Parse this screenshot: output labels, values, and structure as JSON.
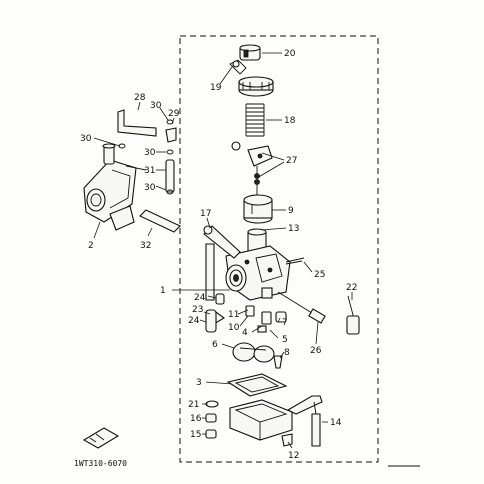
{
  "diagram": {
    "callouts": [
      {
        "id": "c20",
        "text": "20"
      },
      {
        "id": "c19",
        "text": "19"
      },
      {
        "id": "c18",
        "text": "18"
      },
      {
        "id": "c27",
        "text": "27"
      },
      {
        "id": "c9",
        "text": "9"
      },
      {
        "id": "c17",
        "text": "17"
      },
      {
        "id": "c13",
        "text": "13"
      },
      {
        "id": "c25",
        "text": "25"
      },
      {
        "id": "c1",
        "text": "1"
      },
      {
        "id": "c22",
        "text": "22"
      },
      {
        "id": "c24a",
        "text": "24"
      },
      {
        "id": "c23",
        "text": "23"
      },
      {
        "id": "c24b",
        "text": "24"
      },
      {
        "id": "c11",
        "text": "11"
      },
      {
        "id": "c7",
        "text": "7"
      },
      {
        "id": "c10",
        "text": "10"
      },
      {
        "id": "c4",
        "text": "4"
      },
      {
        "id": "c5",
        "text": "5"
      },
      {
        "id": "c26",
        "text": "26"
      },
      {
        "id": "c6",
        "text": "6"
      },
      {
        "id": "c8",
        "text": "8"
      },
      {
        "id": "c3",
        "text": "3"
      },
      {
        "id": "c21",
        "text": "21"
      },
      {
        "id": "c16",
        "text": "16"
      },
      {
        "id": "c15",
        "text": "15"
      },
      {
        "id": "c14",
        "text": "14"
      },
      {
        "id": "c12",
        "text": "12"
      },
      {
        "id": "c28",
        "text": "28"
      },
      {
        "id": "c29",
        "text": "29"
      },
      {
        "id": "c30a",
        "text": "30"
      },
      {
        "id": "c30b",
        "text": "30"
      },
      {
        "id": "c30c",
        "text": "30"
      },
      {
        "id": "c30d",
        "text": "30"
      },
      {
        "id": "c31",
        "text": "31"
      },
      {
        "id": "c32",
        "text": "32"
      },
      {
        "id": "c2",
        "text": "2"
      }
    ],
    "footer_code": "1WT310-6070"
  }
}
